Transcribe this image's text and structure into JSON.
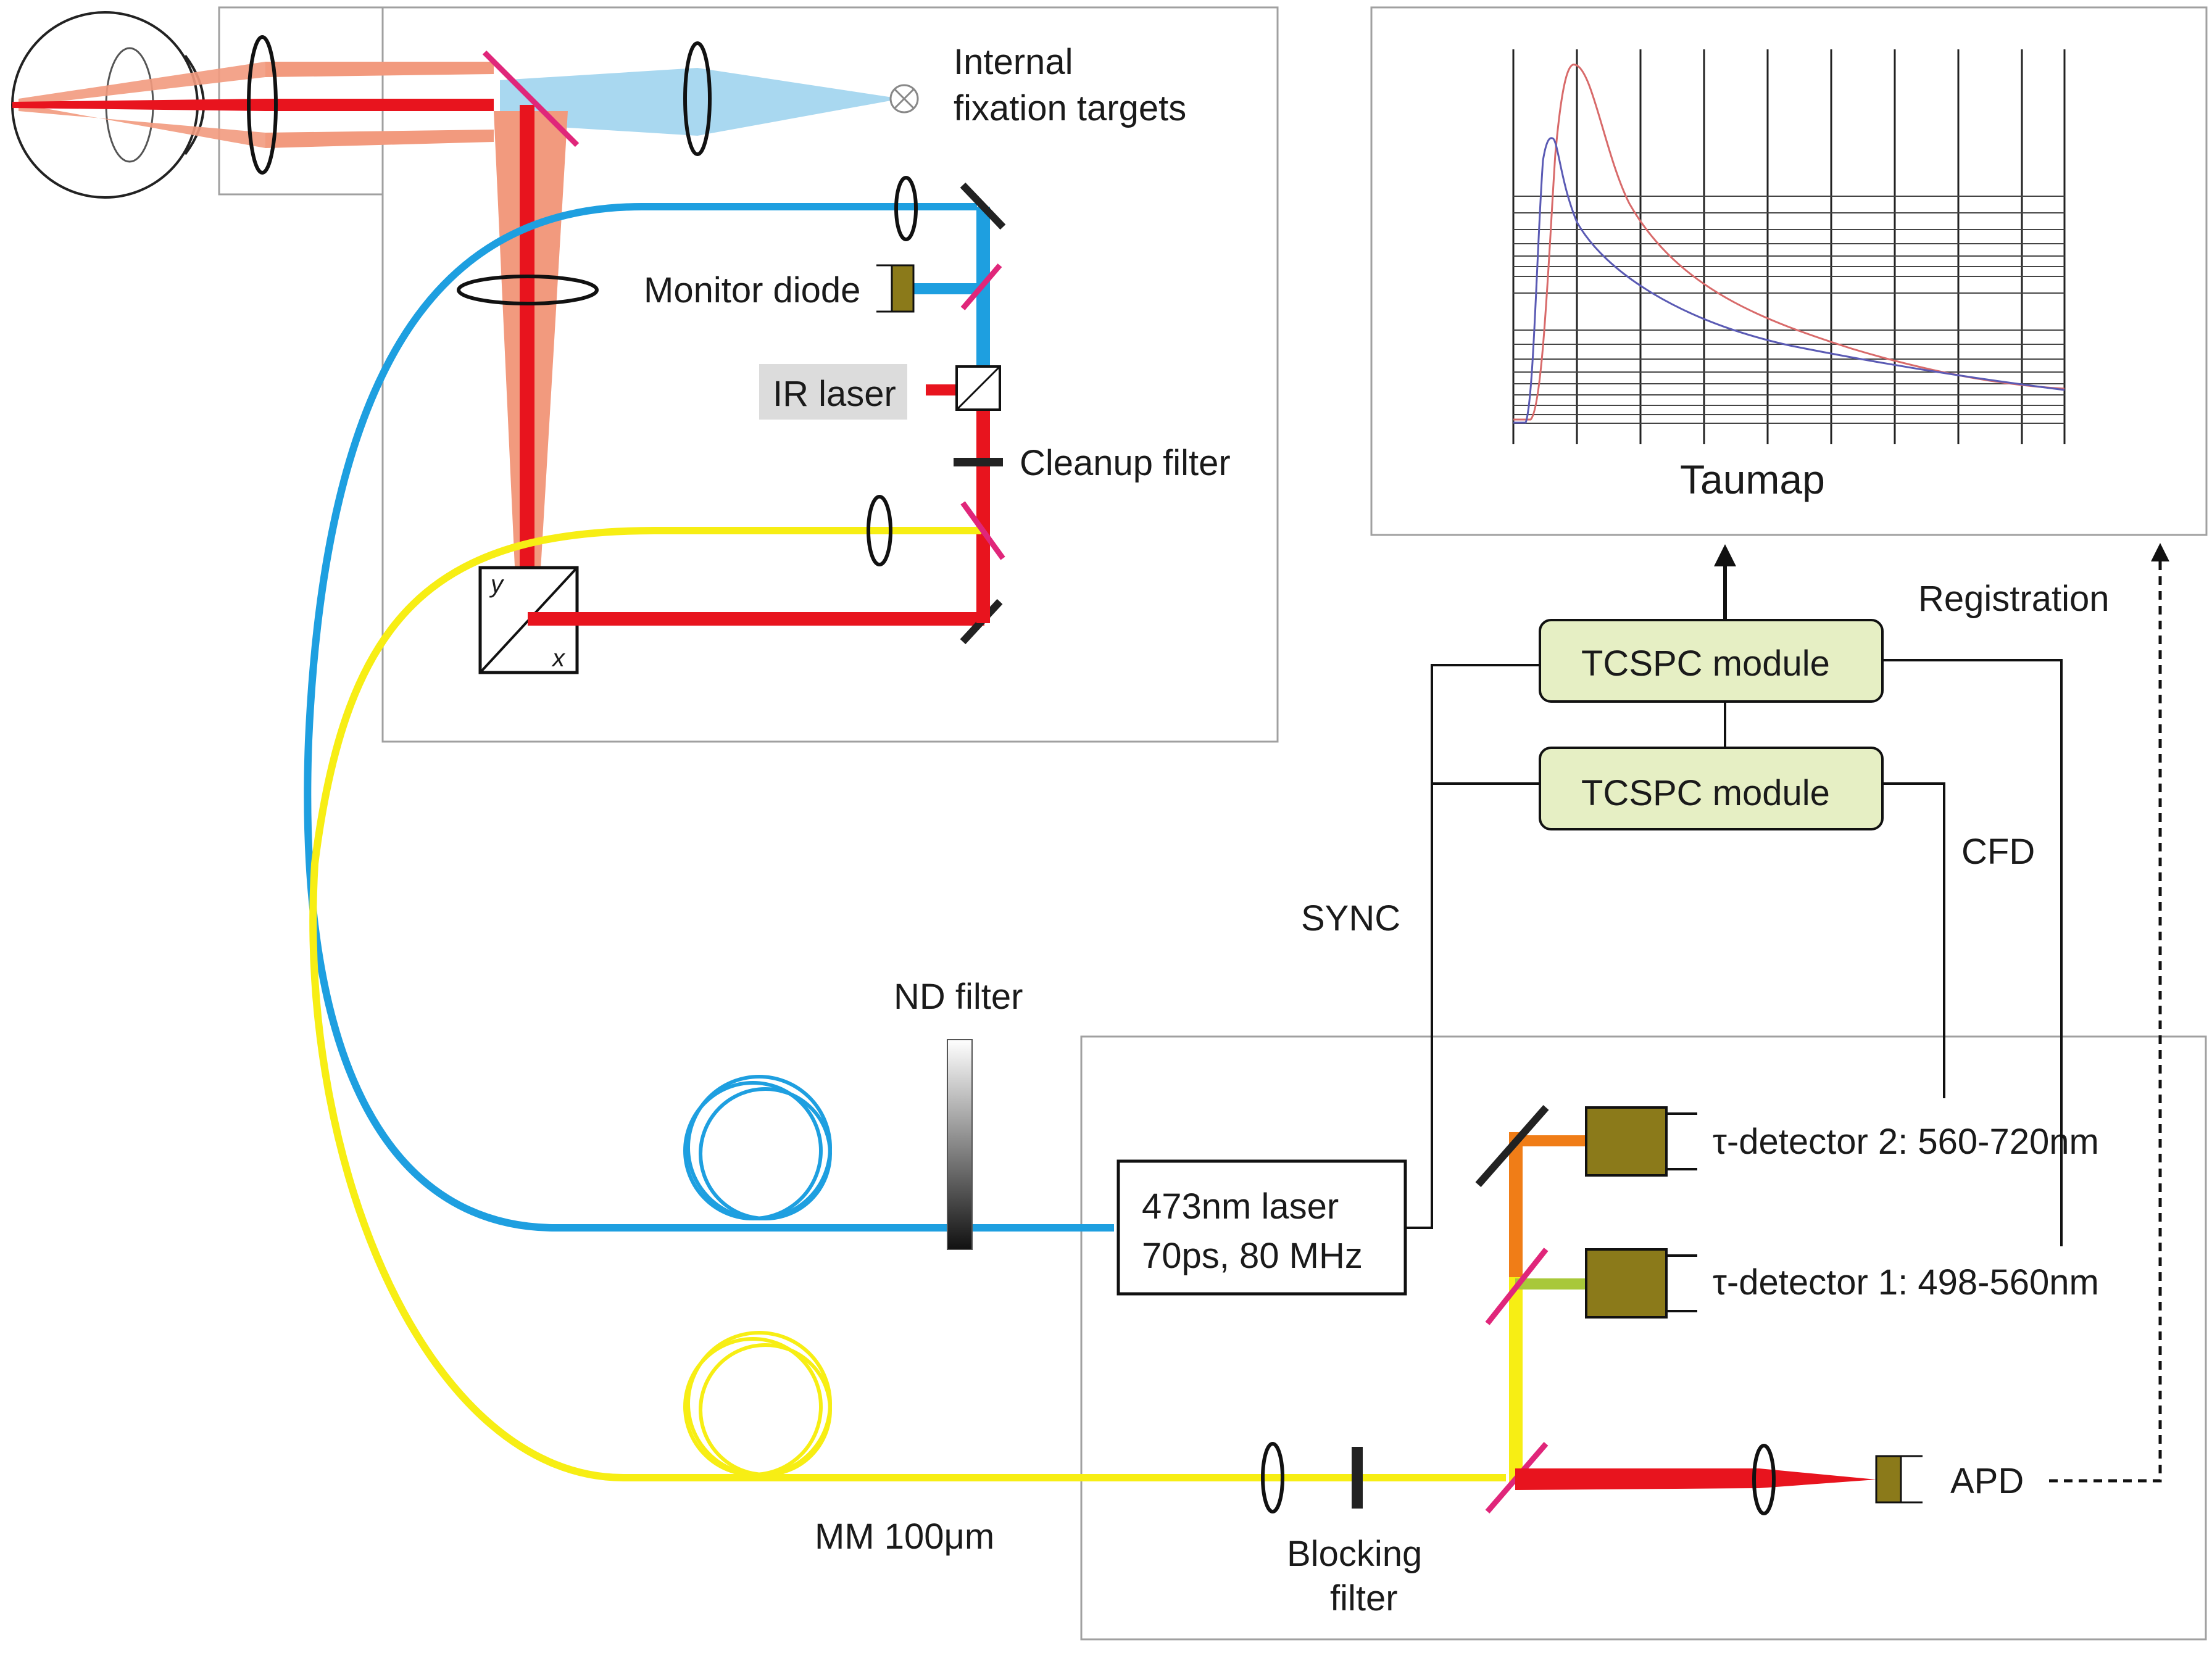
{
  "labels": {
    "fixation_line1": "Internal",
    "fixation_line2": "fixation targets",
    "monitor_diode": "Monitor diode",
    "ir_laser": "IR laser",
    "cleanup_filter": "Cleanup filter",
    "scanner_y": "y",
    "scanner_x": "x",
    "taumap": "Taumap",
    "registration": "Registration",
    "tcspc_top": "TCSPC module",
    "tcspc_bottom": "TCSPC module",
    "cfd": "CFD",
    "sync": "SYNC",
    "nd_filter": "ND filter",
    "laser_line1": "473nm laser",
    "laser_line2": "70ps, 80 MHz",
    "detector2": "τ-detector 2: 560-720nm",
    "detector1": "τ-detector 1: 498-560nm",
    "apd": "APD",
    "mm_fiber": "MM 100μm",
    "blocking_line1": "Blocking",
    "blocking_line2": "filter"
  },
  "colors": {
    "excitation_blue": "#1e9fe0",
    "fluorescence_yellow": "#f7ee14",
    "ir_red": "#e8141e",
    "ir_light": "#f29a7e",
    "dichroic_magenta": "#e0267a",
    "detector_olive": "#8b7a1a",
    "tcspc_fill": "#e6efc4",
    "orange": "#f07d17",
    "lime": "#a8c83a",
    "decay_red": "#d86a6a",
    "decay_blue": "#5a5ab4"
  },
  "icons": [
    "eye-icon",
    "lens-icon",
    "mirror-icon",
    "fiber-coil-icon",
    "detector-icon",
    "fixation-target-icon"
  ]
}
